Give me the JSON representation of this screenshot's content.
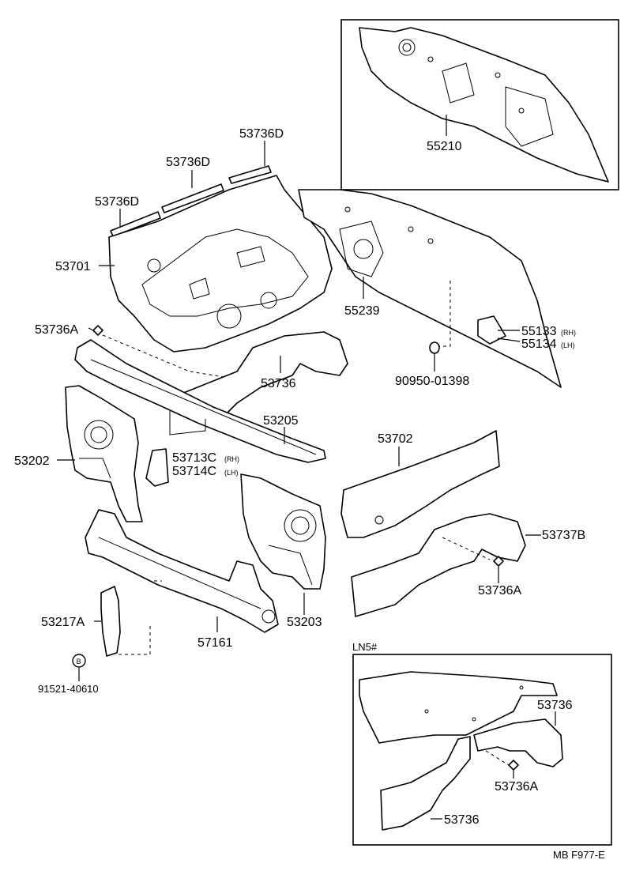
{
  "labels": {
    "p53736D_a": "53736D",
    "p53736D_b": "53736D",
    "p53736D_c": "53736D",
    "p53701": "53701",
    "p53736A_a": "53736A",
    "p55210": "55210",
    "p55239": "55239",
    "p55133": "55133",
    "p55133_side": "(RH)",
    "p55134": "55134",
    "p55134_side": "(LH)",
    "p53736_a": "53736",
    "p90950": "90950-01398",
    "p53205": "53205",
    "p53202": "53202",
    "p53713C": "53713C",
    "p53713C_side": "(RH)",
    "p53714C": "53714C",
    "p53714C_side": "(LH)",
    "p53702": "53702",
    "p53737B": "53737B",
    "p53736A_b": "53736A",
    "p53217A": "53217A",
    "p57161": "57161",
    "p53203": "53203",
    "bolt_marker": "B",
    "p91521": "91521-40610",
    "variant_label": "LN5#",
    "ln5_53736_a": "53736",
    "ln5_53736A": "53736A",
    "ln5_53736_b": "53736",
    "drawing_code": "MB F977-E"
  }
}
